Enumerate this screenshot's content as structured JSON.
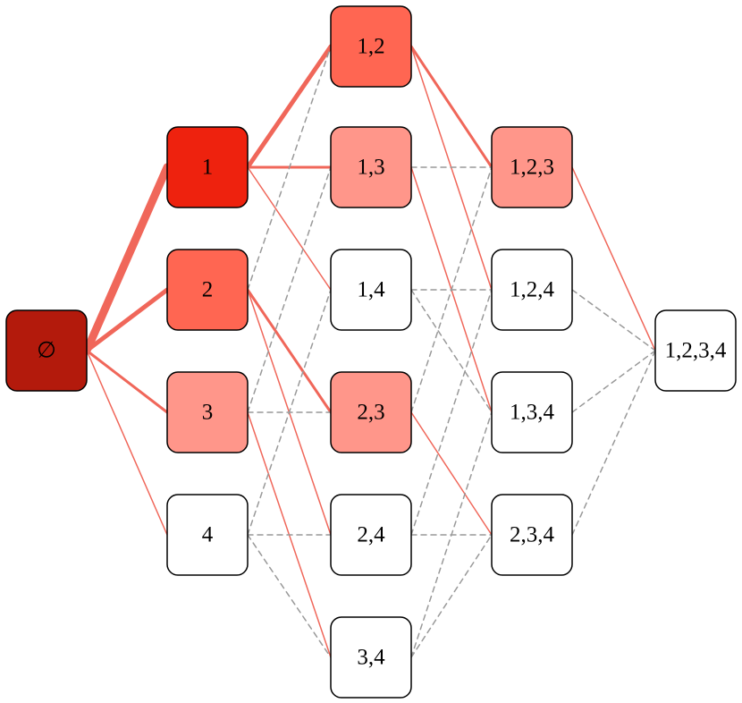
{
  "colors": {
    "edge_solid": "#f0675a",
    "edge_dashed": "#999999",
    "border": "#000000",
    "fills": {
      "dark_red": "#b31a0c",
      "red": "#ee220e",
      "coral": "#ff6652",
      "pink": "#ff968a",
      "white": "#ffffff"
    }
  },
  "nodes": [
    {
      "id": "empty",
      "label": "∅",
      "fill": "dark_red"
    },
    {
      "id": "1",
      "label": "1",
      "fill": "red"
    },
    {
      "id": "2",
      "label": "2",
      "fill": "coral"
    },
    {
      "id": "3",
      "label": "3",
      "fill": "pink"
    },
    {
      "id": "4",
      "label": "4",
      "fill": "white"
    },
    {
      "id": "12",
      "label": "1,2",
      "fill": "coral"
    },
    {
      "id": "13",
      "label": "1,3",
      "fill": "pink"
    },
    {
      "id": "14",
      "label": "1,4",
      "fill": "white"
    },
    {
      "id": "23",
      "label": "2,3",
      "fill": "pink"
    },
    {
      "id": "24",
      "label": "2,4",
      "fill": "white"
    },
    {
      "id": "34",
      "label": "3,4",
      "fill": "white"
    },
    {
      "id": "123",
      "label": "1,2,3",
      "fill": "pink"
    },
    {
      "id": "124",
      "label": "1,2,4",
      "fill": "white"
    },
    {
      "id": "134",
      "label": "1,3,4",
      "fill": "white"
    },
    {
      "id": "234",
      "label": "2,3,4",
      "fill": "white"
    },
    {
      "id": "1234",
      "label": "1,2,3,4",
      "fill": "white"
    }
  ],
  "edges": [
    {
      "from": "empty",
      "to": "1",
      "style": "solid",
      "weight": 9
    },
    {
      "from": "empty",
      "to": "2",
      "style": "solid",
      "weight": 5
    },
    {
      "from": "empty",
      "to": "3",
      "style": "solid",
      "weight": 3
    },
    {
      "from": "empty",
      "to": "4",
      "style": "solid",
      "weight": 1.5
    },
    {
      "from": "1",
      "to": "12",
      "style": "solid",
      "weight": 5
    },
    {
      "from": "1",
      "to": "13",
      "style": "solid",
      "weight": 3
    },
    {
      "from": "1",
      "to": "14",
      "style": "solid",
      "weight": 1.5
    },
    {
      "from": "2",
      "to": "12",
      "style": "dashed",
      "weight": 1.5
    },
    {
      "from": "2",
      "to": "23",
      "style": "solid",
      "weight": 3
    },
    {
      "from": "2",
      "to": "24",
      "style": "solid",
      "weight": 1.5
    },
    {
      "from": "3",
      "to": "13",
      "style": "dashed",
      "weight": 1.5
    },
    {
      "from": "3",
      "to": "23",
      "style": "dashed",
      "weight": 1.5
    },
    {
      "from": "3",
      "to": "34",
      "style": "solid",
      "weight": 1.5
    },
    {
      "from": "4",
      "to": "14",
      "style": "dashed",
      "weight": 1.5
    },
    {
      "from": "4",
      "to": "24",
      "style": "dashed",
      "weight": 1.5
    },
    {
      "from": "4",
      "to": "34",
      "style": "dashed",
      "weight": 1.5
    },
    {
      "from": "12",
      "to": "123",
      "style": "solid",
      "weight": 3
    },
    {
      "from": "12",
      "to": "124",
      "style": "solid",
      "weight": 1.5
    },
    {
      "from": "13",
      "to": "123",
      "style": "dashed",
      "weight": 1.5
    },
    {
      "from": "13",
      "to": "134",
      "style": "solid",
      "weight": 1.5
    },
    {
      "from": "14",
      "to": "124",
      "style": "dashed",
      "weight": 1.5
    },
    {
      "from": "14",
      "to": "134",
      "style": "dashed",
      "weight": 1.5
    },
    {
      "from": "23",
      "to": "123",
      "style": "dashed",
      "weight": 1.5
    },
    {
      "from": "23",
      "to": "234",
      "style": "solid",
      "weight": 1.5
    },
    {
      "from": "24",
      "to": "124",
      "style": "dashed",
      "weight": 1.5
    },
    {
      "from": "24",
      "to": "234",
      "style": "dashed",
      "weight": 1.5
    },
    {
      "from": "34",
      "to": "134",
      "style": "dashed",
      "weight": 1.5
    },
    {
      "from": "34",
      "to": "234",
      "style": "dashed",
      "weight": 1.5
    },
    {
      "from": "123",
      "to": "1234",
      "style": "solid",
      "weight": 1.5
    },
    {
      "from": "124",
      "to": "1234",
      "style": "dashed",
      "weight": 1.5
    },
    {
      "from": "134",
      "to": "1234",
      "style": "dashed",
      "weight": 1.5
    },
    {
      "from": "234",
      "to": "1234",
      "style": "dashed",
      "weight": 1.5
    }
  ]
}
